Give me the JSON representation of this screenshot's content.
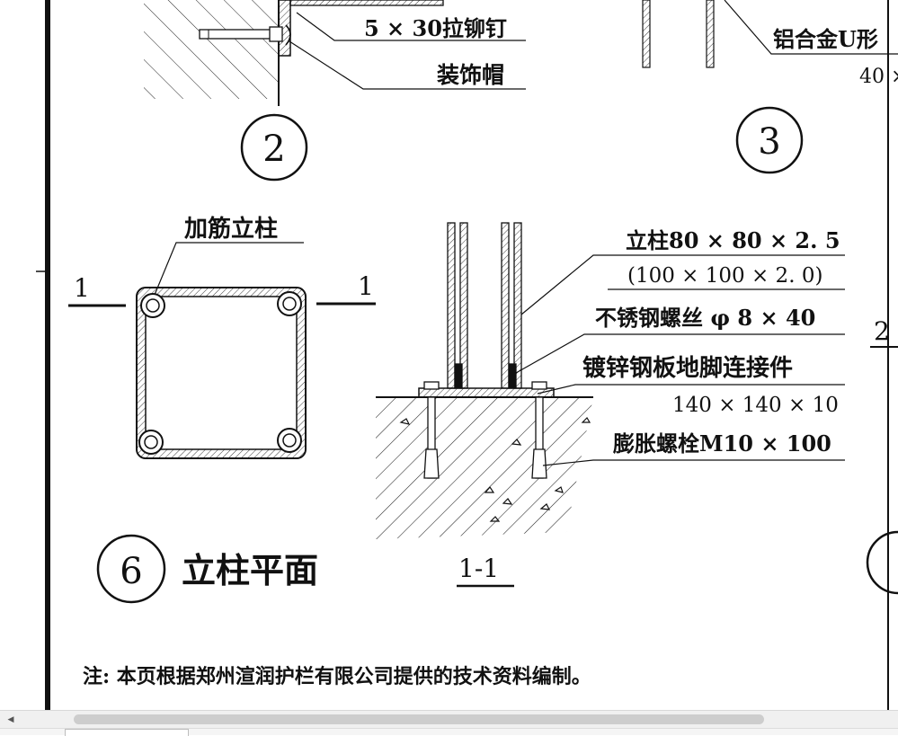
{
  "details": {
    "d2": {
      "number": "2",
      "rivet_label": "5 × 30拉铆钉",
      "cap_label": "装饰帽"
    },
    "d3": {
      "number": "3",
      "channel_label": "铝合金U形",
      "size_label": "40 ×"
    },
    "d6": {
      "number": "6",
      "title": "立柱平面",
      "reinforced_post_label": "加筋立柱",
      "section_mark": "1"
    },
    "section_1_1": {
      "title": "1-1",
      "post_label": "立柱80 × 80 × 2. 5",
      "post_alt_label": "(100 × 100 × 2. 0)",
      "screw_label": "不锈钢螺丝 φ 8 × 40",
      "plate_label": "镀锌钢板地脚连接件",
      "plate_size_label": "140 × 140 × 10",
      "bolt_label": "膨胀螺栓M10 × 100"
    },
    "right_partial_mark": "2"
  },
  "note": "注: 本页根据郑州渲润护栏有限公司提供的技术资料编制。"
}
